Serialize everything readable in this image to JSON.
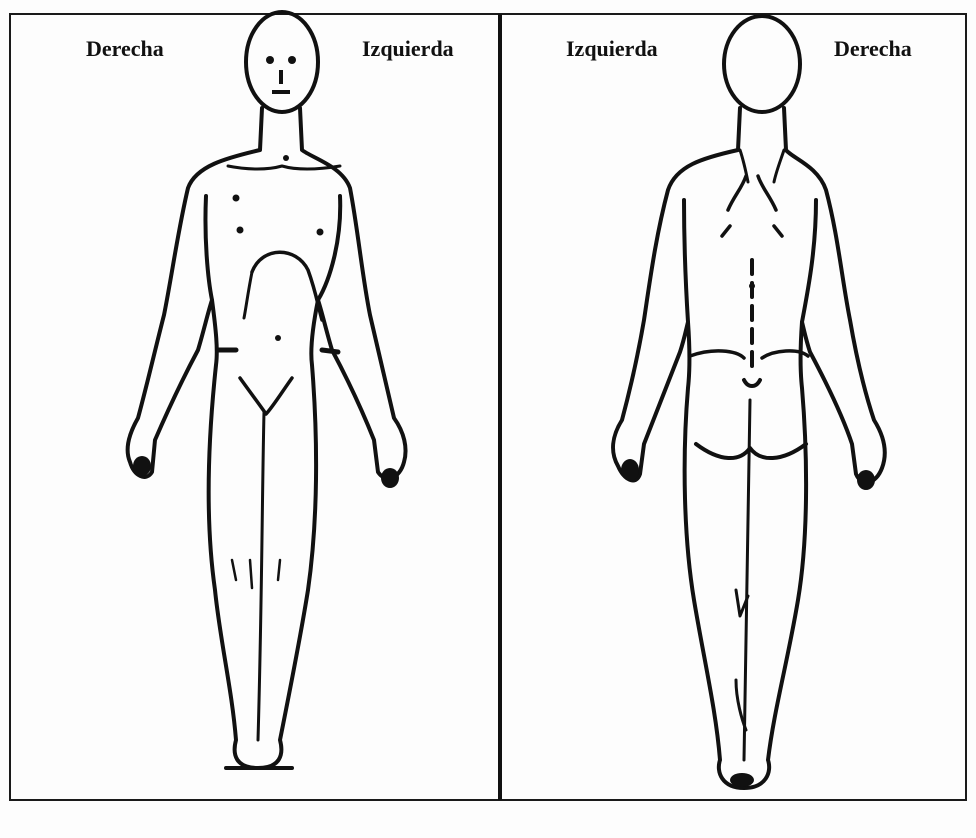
{
  "front_view": {
    "right_label": "Derecha",
    "left_label": "Izquierda"
  },
  "back_view": {
    "left_label": "Izquierda",
    "right_label": "Derecha"
  },
  "colors": {
    "ink": "#111111",
    "paper": "#fdfdfd"
  }
}
